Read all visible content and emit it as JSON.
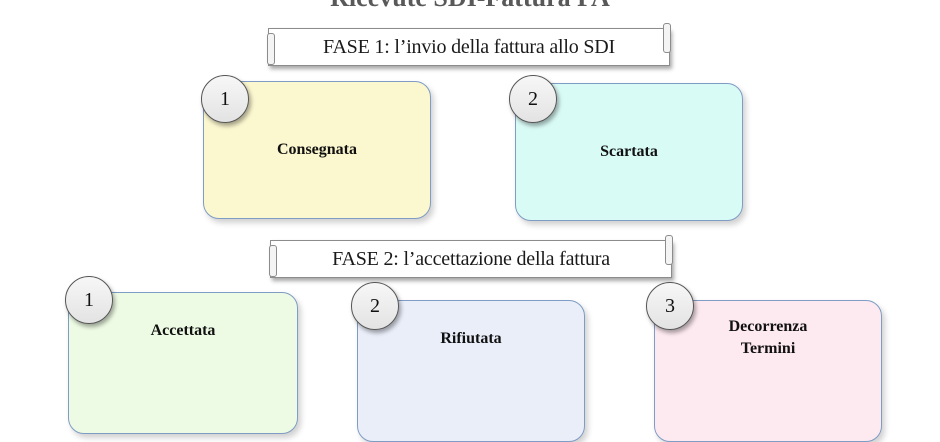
{
  "title": "Ricevute SDI-Fattura PA",
  "phase1": {
    "banner": "FASE 1: l’invio della fattura allo SDI",
    "cards": [
      {
        "number": "1",
        "label": "Consegnata",
        "color": "#fbf7cf"
      },
      {
        "number": "2",
        "label": "Scartata",
        "color": "#d9fbf6"
      }
    ]
  },
  "phase2": {
    "banner": "FASE 2: l’accettazione della fattura",
    "cards": [
      {
        "number": "1",
        "label": "Accettata",
        "color": "#eefbe4"
      },
      {
        "number": "2",
        "label": "Rifiutata",
        "color": "#e9eef9"
      },
      {
        "number": "3",
        "label": "Decorrenza\nTermini",
        "color": "#fde9f0"
      }
    ]
  }
}
